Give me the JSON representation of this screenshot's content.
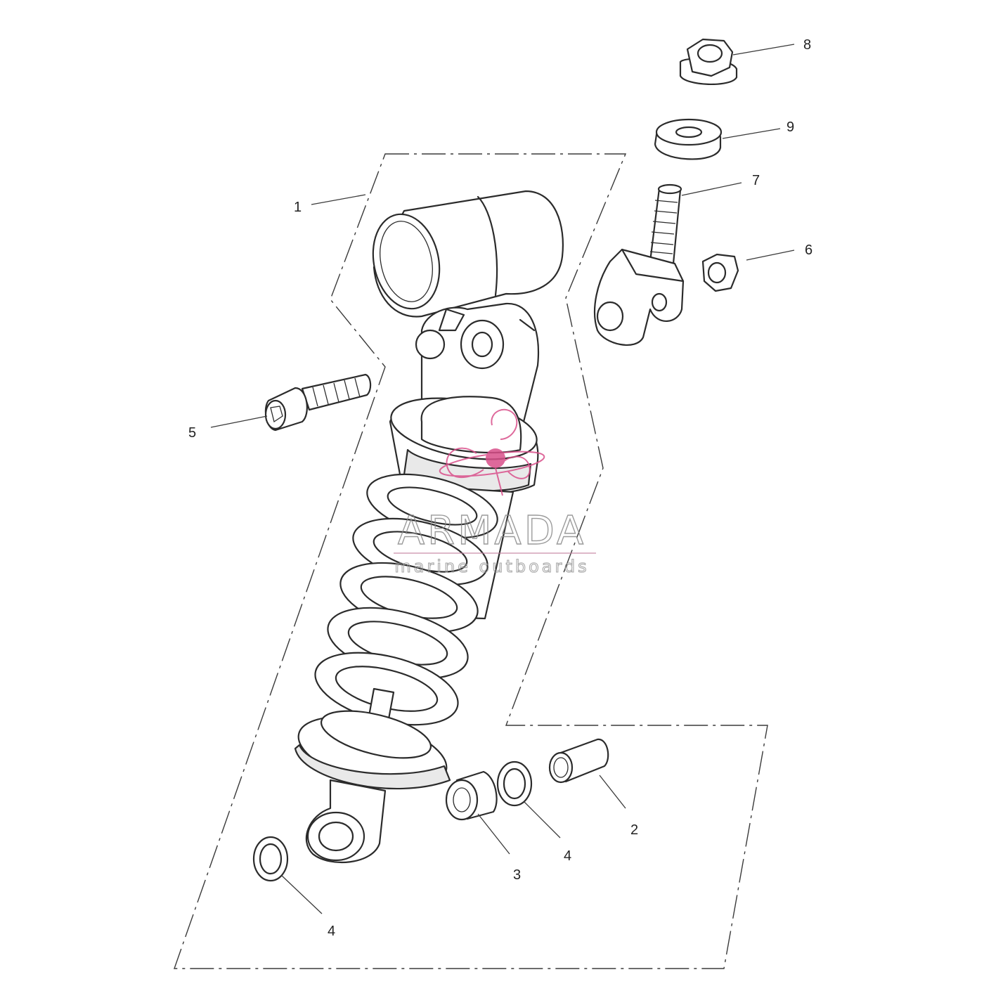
{
  "callouts": [
    {
      "id": "1",
      "label": "1"
    },
    {
      "id": "2",
      "label": "2"
    },
    {
      "id": "3",
      "label": "3"
    },
    {
      "id": "4a",
      "label": "4"
    },
    {
      "id": "4b",
      "label": "4"
    },
    {
      "id": "5",
      "label": "5"
    },
    {
      "id": "6",
      "label": "6"
    },
    {
      "id": "7",
      "label": "7"
    },
    {
      "id": "8",
      "label": "8"
    },
    {
      "id": "9",
      "label": "9"
    }
  ],
  "watermark": {
    "brand": "ARMADA",
    "tagline": "marine outboards",
    "accent_color": "#d94f8a",
    "icon": "boat-propeller-logo"
  },
  "colors": {
    "line": "#2b2b2b",
    "background": "#ffffff"
  }
}
